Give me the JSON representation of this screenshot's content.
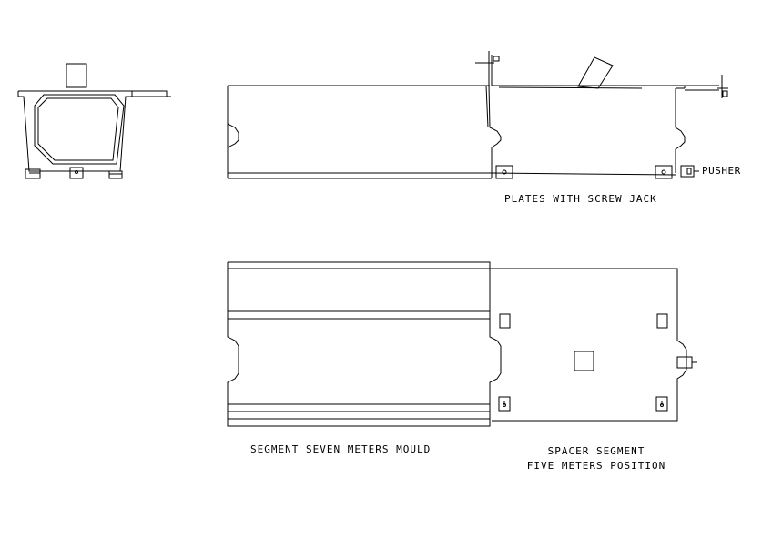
{
  "labels": {
    "pusher": "PUSHER",
    "plates_with_screw_jack": "PLATES WITH SCREW JACK",
    "segment_mould": "SEGMENT SEVEN METERS MOULD",
    "spacer_segment_line1": "SPACER SEGMENT",
    "spacer_segment_line2": "FIVE METERS POSITION"
  },
  "colors": {
    "background": "#ffffff",
    "linework": "#000000"
  }
}
